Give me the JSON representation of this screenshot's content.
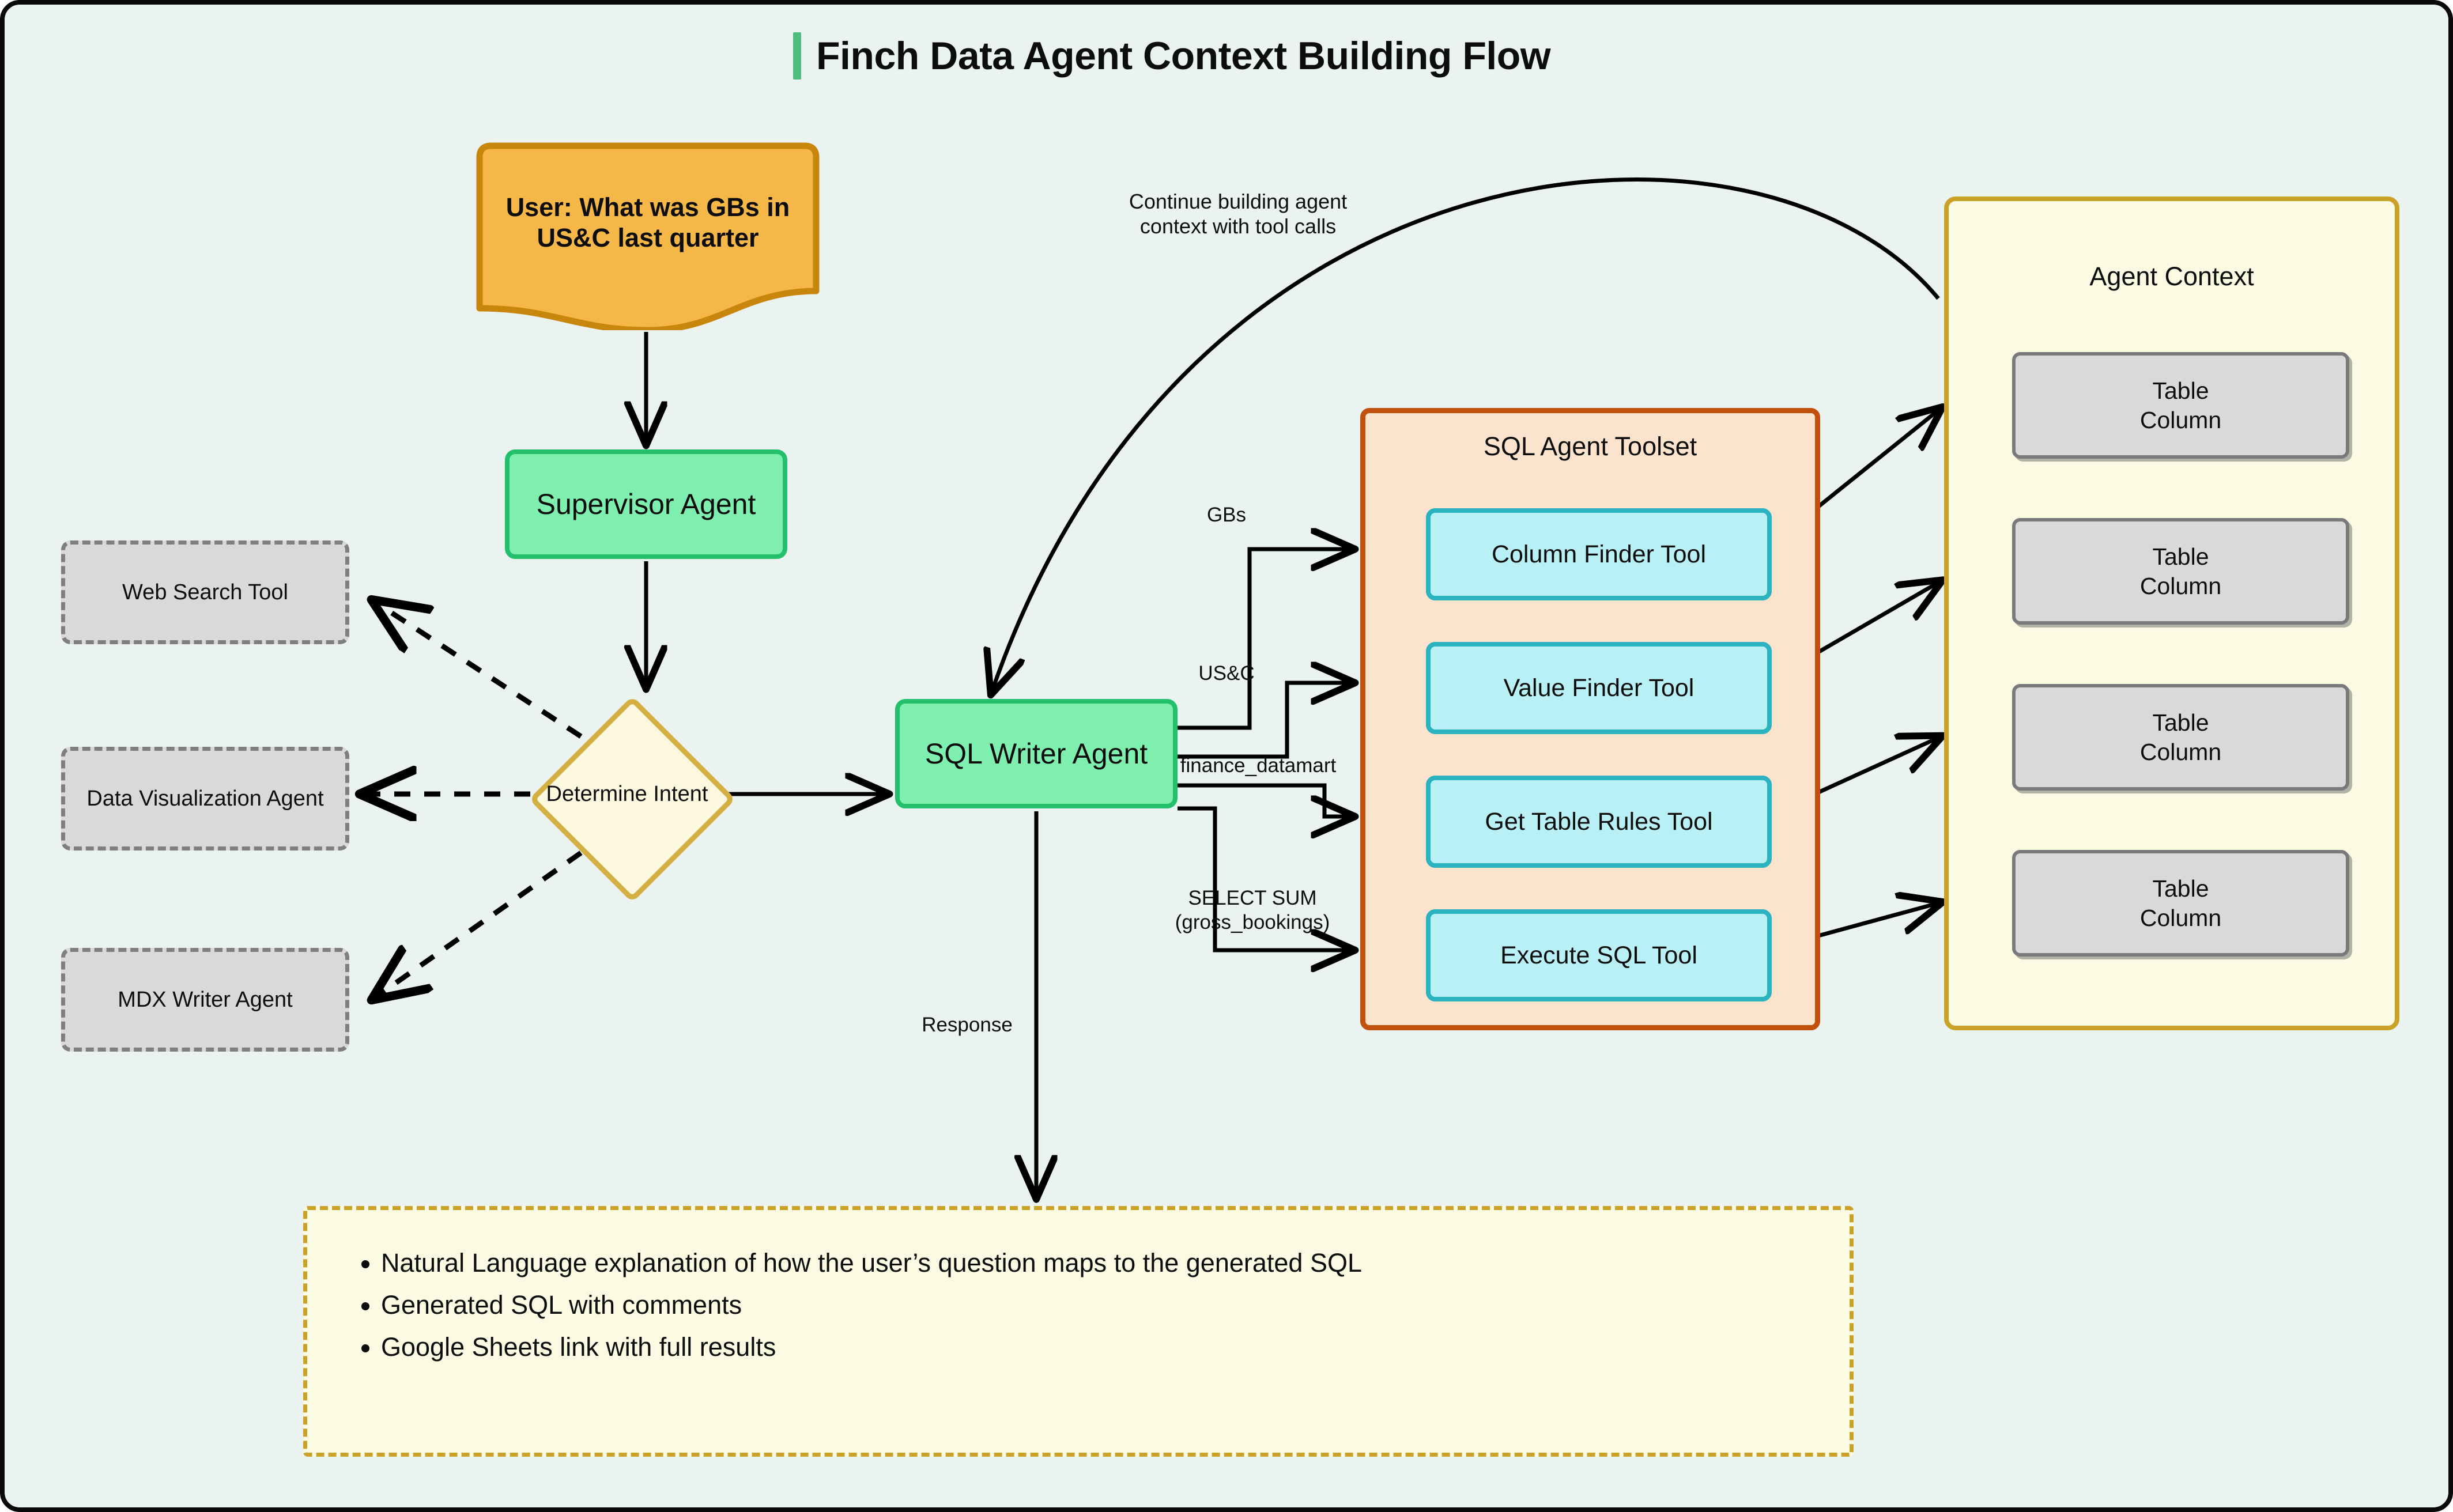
{
  "title": {
    "text": "Finch Data Agent Context Building Flow",
    "accent_color": "#4fbd7e"
  },
  "colors": {
    "canvas_background": "#eaf3f0",
    "frame_border": "#0a0a0a",
    "agent_fill": "#7eefaf",
    "agent_border": "#22c06a",
    "user_fill": "#f5b747",
    "user_border": "#c8860d",
    "decision_fill": "#fcf8e0",
    "decision_border": "#d4b043",
    "inactive_fill": "#d9d9d9",
    "inactive_border": "#7f7f7f",
    "toolset_fill": "#fce3cd",
    "toolset_border": "#c1500c",
    "tool_fill": "#b8f0f5",
    "tool_border": "#2bb3c0",
    "context_fill": "#fbfae3",
    "context_border": "#c9a227",
    "edge": "#000000"
  },
  "nodes": {
    "user_input": "User: What was GBs in US&C last quarter",
    "supervisor": "Supervisor Agent",
    "decision": "Determine Intent",
    "sql_writer": "SQL Writer Agent",
    "web_search": "Web Search Tool",
    "data_viz": "Data Visualization Agent",
    "mdx_writer": "MDX Writer Agent"
  },
  "toolset": {
    "title": "SQL Agent Toolset",
    "tools": [
      "Column Finder Tool",
      "Value Finder Tool",
      "Get Table Rules Tool",
      "Execute SQL Tool"
    ]
  },
  "agent_context": {
    "title": "Agent Context",
    "items": [
      {
        "line1": "Table",
        "line2": "Column"
      },
      {
        "line1": "Table",
        "line2": "Column"
      },
      {
        "line1": "Table",
        "line2": "Column"
      },
      {
        "line1": "Table",
        "line2": "Column"
      }
    ]
  },
  "edge_labels": {
    "continue": "Continue building agent\ncontext with tool calls",
    "gbs": "GBs",
    "usc": "US&C",
    "finance": "finance_datamart",
    "select_sum": "SELECT SUM\n(gross_bookings)",
    "response": "Response"
  },
  "output": {
    "bullets": [
      "Natural Language explanation of how the user’s question maps to the generated SQL",
      "Generated SQL with comments",
      "Google Sheets link with full results"
    ]
  }
}
